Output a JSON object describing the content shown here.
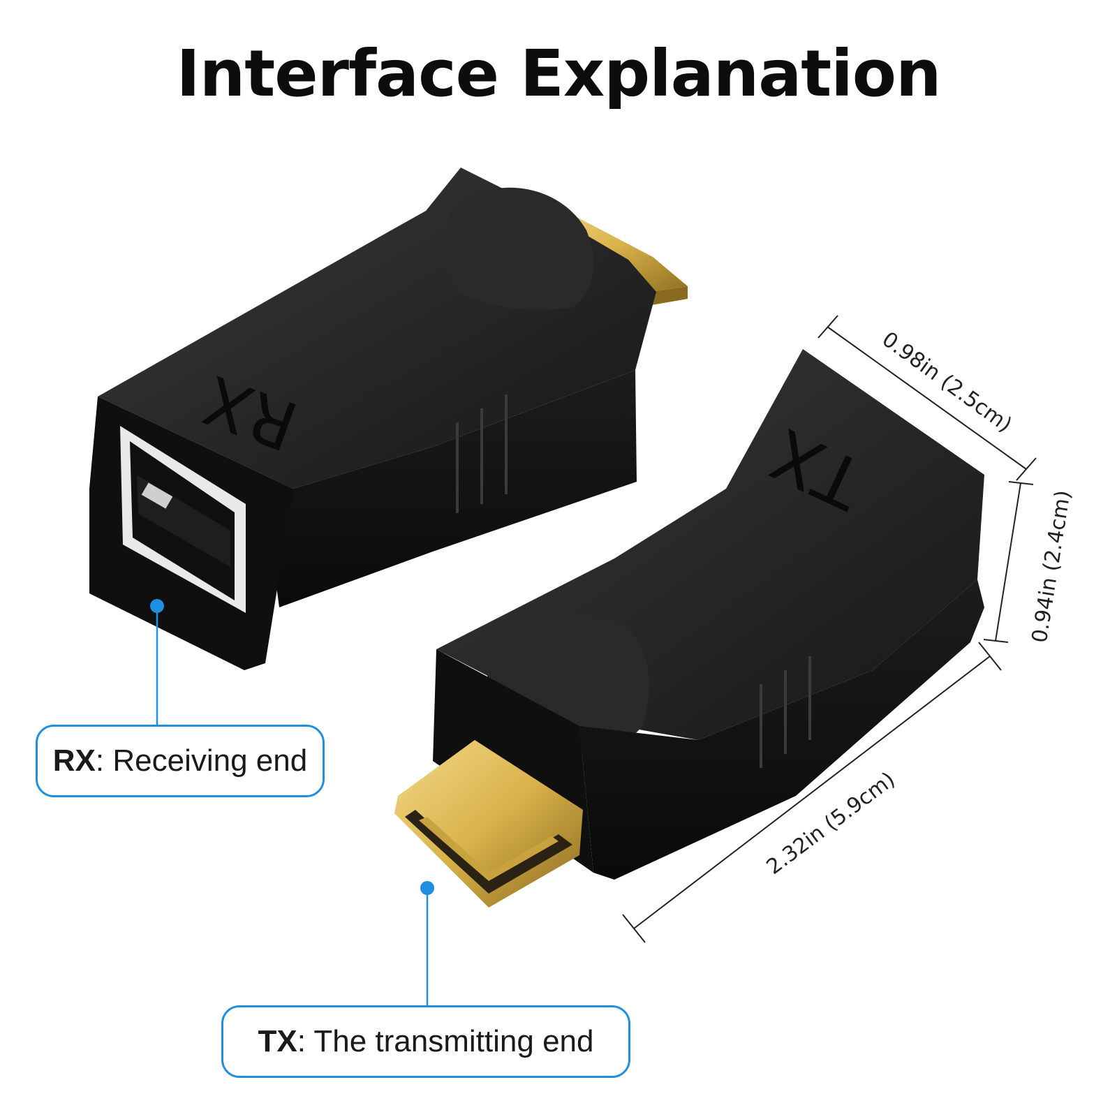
{
  "title": "Interface Explanation",
  "device_rx": {
    "label": "RX",
    "callout_abbr": "RX",
    "callout_text": ": Receiving end"
  },
  "device_tx": {
    "label": "TX",
    "callout_abbr": "TX",
    "callout_text": ": The transmitting end"
  },
  "dimensions": {
    "width": "0.98in (2.5cm)",
    "height": "0.94in (2.4cm)",
    "length": "2.32in (5.9cm)"
  },
  "colors": {
    "accent": "#1f8fe0",
    "body": "#1b1b1b",
    "gold": "#d9b24a"
  }
}
